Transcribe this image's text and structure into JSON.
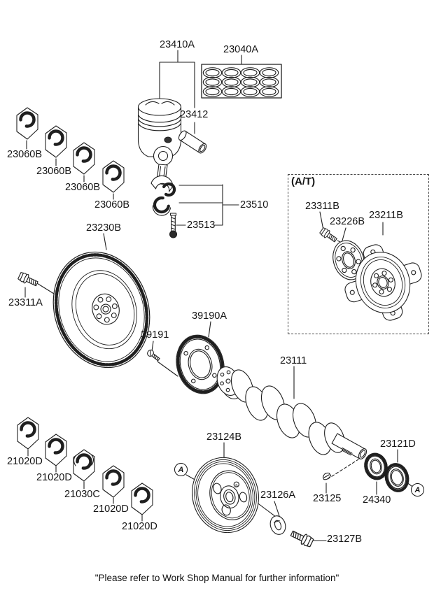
{
  "footnote": "\"Please refer to Work Shop Manual for further information\"",
  "at_label": "(A/T)",
  "callout_a": "A",
  "labels": [
    {
      "text": "23410A",
      "part": "piston-and-pin-assembly"
    },
    {
      "text": "23040A",
      "part": "piston-ring-set"
    },
    {
      "text": "23412",
      "part": "piston-pin"
    },
    {
      "text": "23060B",
      "part": "connecting-rod-bearing"
    },
    {
      "text": "23060B",
      "part": "connecting-rod-bearing"
    },
    {
      "text": "23060B",
      "part": "connecting-rod-bearing"
    },
    {
      "text": "23060B",
      "part": "connecting-rod-bearing"
    },
    {
      "text": "23230B",
      "part": "flywheel"
    },
    {
      "text": "23311A",
      "part": "flywheel-bolt"
    },
    {
      "text": "23510",
      "part": "connecting-rod-and-bearings"
    },
    {
      "text": "23513",
      "part": "connecting-rod-bolt"
    },
    {
      "text": "23311B",
      "part": "drive-plate-bolt"
    },
    {
      "text": "23226B",
      "part": "adapter-plate"
    },
    {
      "text": "23211B",
      "part": "drive-plate"
    },
    {
      "text": "39190A",
      "part": "crankshaft-sensor-wheel"
    },
    {
      "text": "39191",
      "part": "sensor-wheel-screw"
    },
    {
      "text": "23111",
      "part": "crankshaft"
    },
    {
      "text": "21020D",
      "part": "crankshaft-main-bearing"
    },
    {
      "text": "21020D",
      "part": "crankshaft-main-bearing"
    },
    {
      "text": "21030C",
      "part": "crankshaft-thrust-bearing"
    },
    {
      "text": "21020D",
      "part": "crankshaft-main-bearing"
    },
    {
      "text": "21020D",
      "part": "crankshaft-main-bearing"
    },
    {
      "text": "23124B",
      "part": "crankshaft-pulley"
    },
    {
      "text": "23126A",
      "part": "pulley-washer"
    },
    {
      "text": "23125",
      "part": "woodruff-key"
    },
    {
      "text": "24340",
      "part": "timing-sprocket"
    },
    {
      "text": "23121D",
      "part": "crankshaft-gear"
    },
    {
      "text": "23127B",
      "part": "pulley-bolt"
    }
  ]
}
